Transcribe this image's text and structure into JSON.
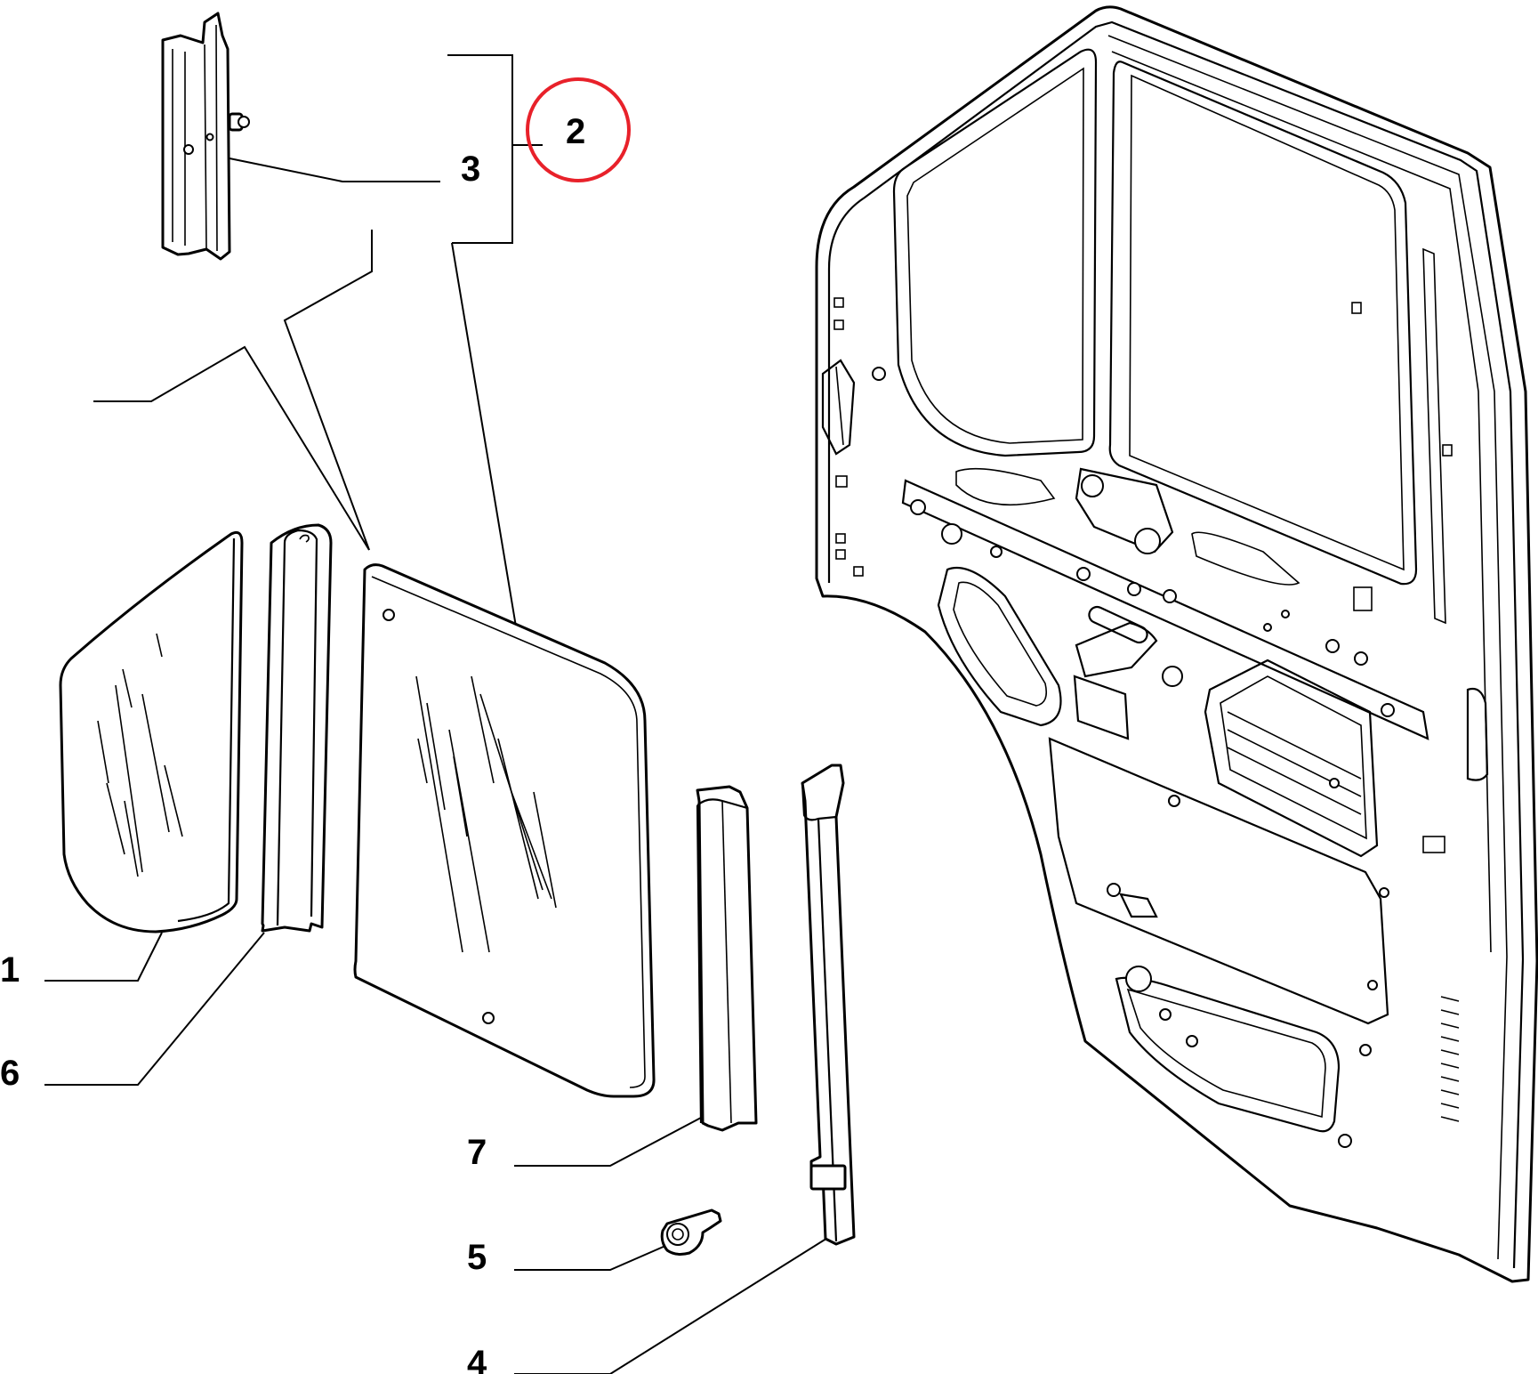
{
  "callouts": {
    "c1": "1",
    "c2": "2",
    "c3": "3",
    "c4": "4",
    "c5": "5",
    "c6": "6",
    "c7": "7"
  },
  "highlight": {
    "callout": "2",
    "color": "#e8212a"
  },
  "colors": {
    "line": "#000000",
    "background": "#ffffff"
  }
}
